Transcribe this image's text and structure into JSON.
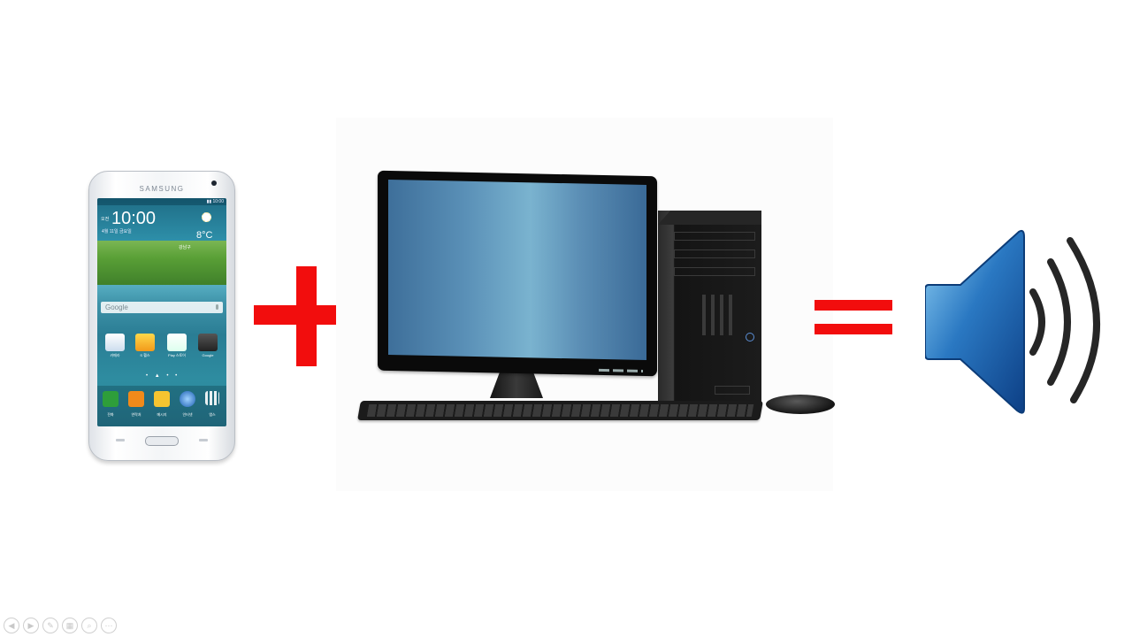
{
  "phone": {
    "brand": "SAMSUNG",
    "clock": "10:00",
    "clock_prefix": "오전",
    "date": "4월 11일 금요일",
    "temperature": "8°C",
    "location": "강남구",
    "search_label": "Google",
    "apps": [
      "카메라",
      "S 헬스",
      "Play 스토어",
      "Google"
    ],
    "dock": [
      "전화",
      "연락처",
      "메시지",
      "인터넷",
      "앱스"
    ]
  },
  "equation": {
    "plus_symbol": "+",
    "equals_symbol": "="
  },
  "colors": {
    "symbol_red": "#f20d0d",
    "speaker_blue": "#2a78c2",
    "wave_dark": "#262626"
  },
  "icons": [
    "smartphone-icon",
    "desktop-computer-icon",
    "speaker-volume-icon"
  ],
  "slideshow_controls": [
    "previous-icon",
    "next-icon",
    "pen-icon",
    "slides-icon",
    "zoom-icon",
    "more-icon"
  ]
}
